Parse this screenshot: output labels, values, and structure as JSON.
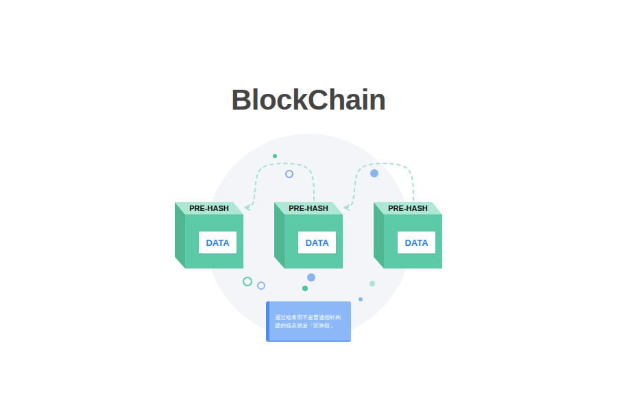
{
  "diagram": {
    "title": "BlockChain",
    "nodes": [
      {
        "text": [
          "PRE-HASH"
        ]
      },
      {
        "text": [
          "DATA"
        ],
        "in": 0
      },
      {
        "text": [
          "PRE-HASH"
        ]
      },
      {
        "text": [
          "DATA"
        ],
        "in": 2
      },
      {
        "text": [
          "PRE-HASH"
        ]
      },
      {
        "text": [
          "DATA"
        ],
        "in": 4
      },
      {
        "text": [
          "通过哈希而不是普通指针构建的链表就是「区块链」"
        ]
      }
    ],
    "edges": [
      {
        "from": 2,
        "to": 0,
        "arrow": "to"
      },
      {
        "from": 4,
        "to": 2,
        "arrow": "to"
      }
    ]
  }
}
